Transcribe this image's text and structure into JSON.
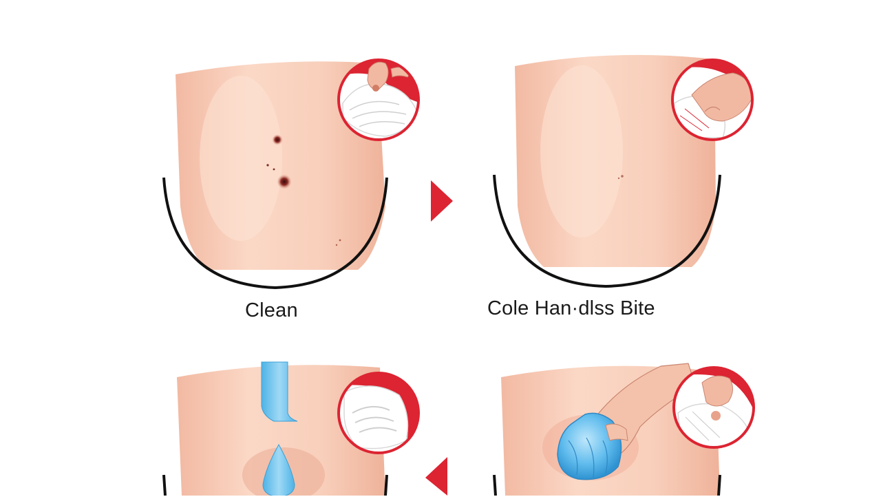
{
  "panels": [
    {
      "id": "step-1",
      "caption": "Clean",
      "depiction": "skin-with-bite-marks",
      "inset_icon": "hand-wiping-cloth-icon"
    },
    {
      "id": "step-2",
      "caption": "Cole Han·dlss Bite",
      "depiction": "skin-with-faint-mark",
      "inset_icon": "hand-holding-cloth-icon"
    },
    {
      "id": "step-3",
      "caption": "",
      "depiction": "skin-with-water-stream",
      "inset_icon": "hand-wiping-cloth-icon"
    },
    {
      "id": "step-4",
      "caption": "",
      "depiction": "skin-with-ice-pack",
      "inset_icon": "hand-pinching-cloth-icon"
    }
  ],
  "arrows": [
    {
      "id": "arrow-next",
      "direction": "right",
      "icon": "arrow-right-icon"
    },
    {
      "id": "arrow-back",
      "direction": "left",
      "icon": "arrow-left-icon"
    }
  ],
  "colors": {
    "background": "#ffffff",
    "skin": "#f6c9b3",
    "skin_light": "#fbdcca",
    "accent_red": "#dc2432",
    "outline": "#111111",
    "water": "#7cc7ee",
    "ice_pack": "#5ab8ec",
    "text": "#1a1a1a"
  }
}
